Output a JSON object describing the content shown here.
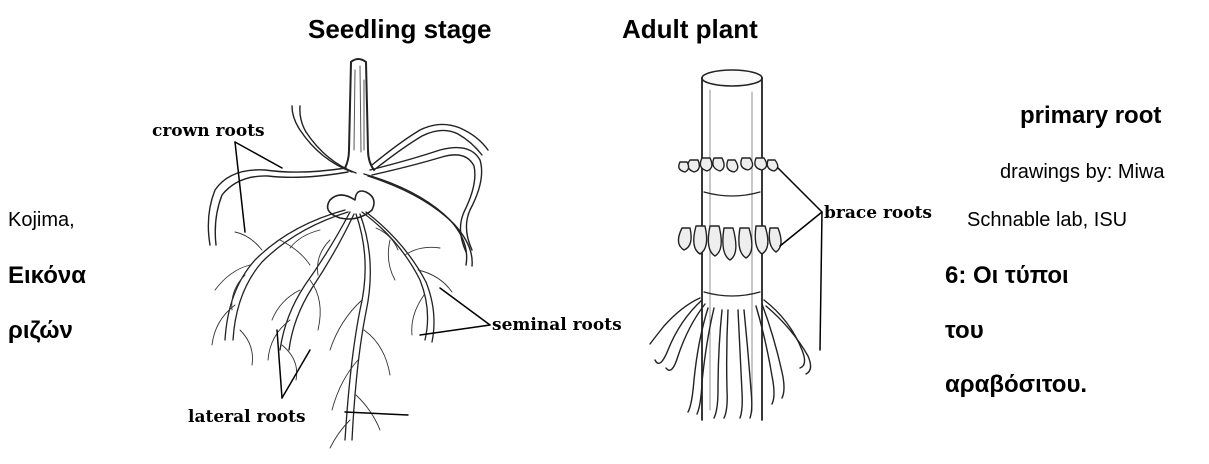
{
  "titles": {
    "seedling": "Seedling stage",
    "adult": "Adult plant"
  },
  "labels": {
    "crown_roots": "crown roots",
    "seminal_roots": "seminal roots",
    "lateral_roots": "lateral roots",
    "brace_roots": "brace roots"
  },
  "caption": {
    "primary_root": "primary root",
    "drawings_by": "drawings by: Miwa",
    "kojima": "Kojima,",
    "lab": "Schnable lab, ISU",
    "eikona": "Εικόνα",
    "six": "6: Οι τύποι",
    "rizon": "ριζών",
    "tou": "του",
    "aravositou": "αραβόσιτου."
  }
}
